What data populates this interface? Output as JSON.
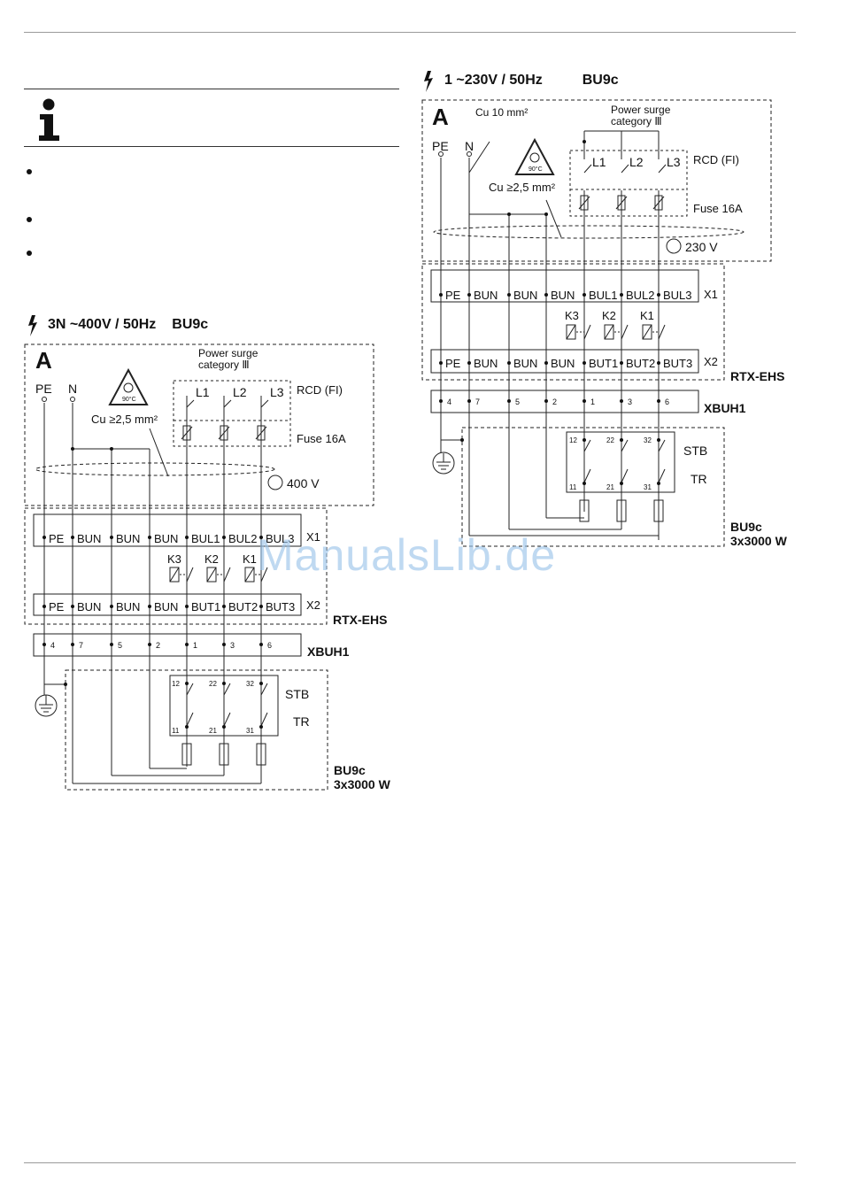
{
  "right_diagram": {
    "supply": "1 ~230V / 50Hz",
    "unit": "BU9c",
    "box_label": "A",
    "cu_10": "Cu 10 mm²",
    "cu_25": "Cu ≥2,5 mm²",
    "surge_line1": "Power surge",
    "surge_line2": "category Ⅲ",
    "pe": "PE",
    "n": "N",
    "l1": "L1",
    "l2": "L2",
    "l3": "L3",
    "rcd": "RCD (FI)",
    "fuse": "Fuse 16A",
    "voltage": "230 V",
    "temp": "90°C",
    "x1": [
      "PE",
      "BUN",
      "BUN",
      "BUN",
      "BUL1",
      "BUL2",
      "BUL3"
    ],
    "x1_label": "X1",
    "relays": [
      "K3",
      "K2",
      "K1"
    ],
    "x2": [
      "PE",
      "BUN",
      "BUN",
      "BUN",
      "BUT1",
      "BUT2",
      "BUT3"
    ],
    "x2_label": "X2",
    "rtx": "RTX-EHS",
    "xbuh": [
      "4",
      "7",
      "5",
      "2",
      "1",
      "3",
      "6"
    ],
    "xbuh_label": "XBUH1",
    "stb": "STB",
    "tr": "TR",
    "top_pins": [
      "12",
      "22",
      "32"
    ],
    "bot_pins": [
      "11",
      "21",
      "31"
    ],
    "footer_unit": "BU9c",
    "footer_power": "3x3000 W"
  },
  "left_diagram": {
    "supply": "3N ~400V / 50Hz",
    "unit": "BU9c",
    "box_label": "A",
    "cu_25": "Cu ≥2,5 mm²",
    "surge_line1": "Power surge",
    "surge_line2": "category Ⅲ",
    "pe": "PE",
    "n": "N",
    "l1": "L1",
    "l2": "L2",
    "l3": "L3",
    "rcd": "RCD (FI)",
    "fuse": "Fuse 16A",
    "voltage": "400 V",
    "temp": "90°C",
    "x1": [
      "PE",
      "BUN",
      "BUN",
      "BUN",
      "BUL1",
      "BUL2",
      "BUL3"
    ],
    "x1_label": "X1",
    "relays": [
      "K3",
      "K2",
      "K1"
    ],
    "x2": [
      "PE",
      "BUN",
      "BUN",
      "BUN",
      "BUT1",
      "BUT2",
      "BUT3"
    ],
    "x2_label": "X2",
    "rtx": "RTX-EHS",
    "xbuh": [
      "4",
      "7",
      "5",
      "2",
      "1",
      "3",
      "6"
    ],
    "xbuh_label": "XBUH1",
    "stb": "STB",
    "tr": "TR",
    "top_pins": [
      "12",
      "22",
      "32"
    ],
    "bot_pins": [
      "11",
      "21",
      "31"
    ],
    "footer_unit": "BU9c",
    "footer_power": "3x3000 W"
  },
  "watermark": "ManualsLib.de"
}
